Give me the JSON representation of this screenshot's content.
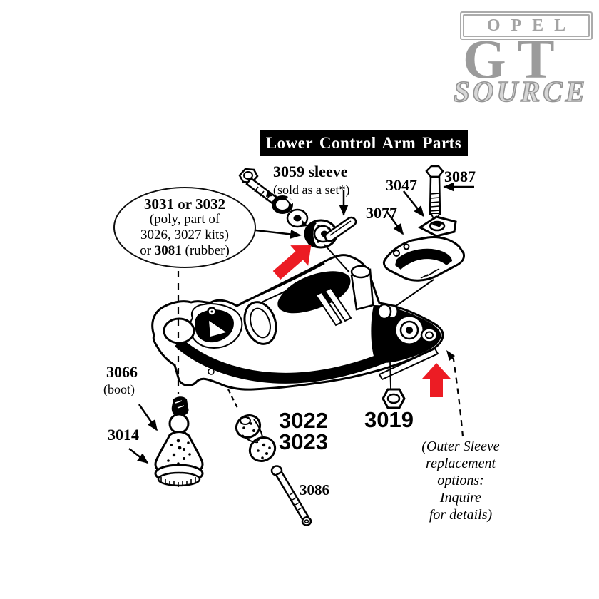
{
  "logo": {
    "opel": "OPEL",
    "gt": "GT",
    "source": "SOURCE"
  },
  "title": "Lower Control Arm Parts",
  "callout": {
    "line1": "3031 or 3032",
    "line2": "(poly, part of",
    "line3": "3026, 3027 kits)",
    "line4_pre": "or ",
    "line4_bold": "3081",
    "line4_post": " (rubber)"
  },
  "labels": {
    "sleeve_title": "3059 sleeve",
    "sleeve_sub": "(sold as a set*)",
    "p3047": "3047",
    "p3087": "3087",
    "p3077": "3077",
    "p3066": "3066",
    "p3066_sub": "(boot)",
    "p3014": "3014",
    "p3022": "3022",
    "p3023": "3023",
    "p3019": "3019",
    "p3086": "3086"
  },
  "note": {
    "line1": "(Outer Sleeve",
    "line2": "replacement",
    "line3": "options:",
    "line4": "Inquire",
    "line5": "for details)"
  },
  "colors": {
    "arrow_red": "#ec1c24",
    "logo_gray": "#9b9b9b",
    "ink": "#000000"
  }
}
